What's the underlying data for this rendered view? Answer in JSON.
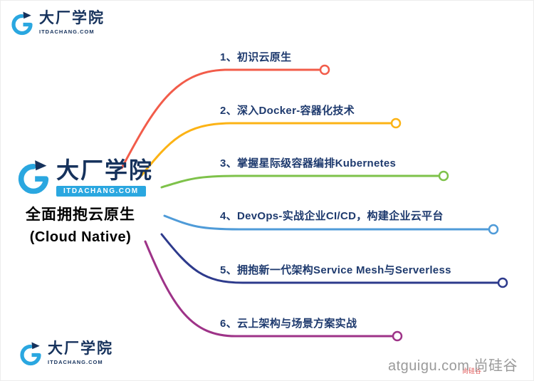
{
  "page": {
    "background": "#ffffff"
  },
  "logo": {
    "name": "大厂学院",
    "domain": "ITDACHANG.COM",
    "brand_blue": "#2aa7e0",
    "brand_navy": "#16325c"
  },
  "center": {
    "title_line1": "全面拥抱云原生",
    "title_line2": "(Cloud Native)"
  },
  "branches": [
    {
      "label": "1、初识云原生",
      "color": "#f25c4a"
    },
    {
      "label": "2、深入Docker-容器化技术",
      "color": "#fcb315"
    },
    {
      "label": "3、掌握星际级容器编排Kubernetes",
      "color": "#7ec24a"
    },
    {
      "label": "4、DevOps-实战企业CI/CD，构建企业云平台",
      "color": "#4f9bd8"
    },
    {
      "label": "5、拥抱新一代架构Service Mesh与Serverless",
      "color": "#2d3a8c"
    },
    {
      "label": "6、云上架构与场景方案实战",
      "color": "#9e3388"
    }
  ],
  "watermark": {
    "text": "atguigu.com 尚硅谷",
    "small_red": "尚硅谷"
  }
}
